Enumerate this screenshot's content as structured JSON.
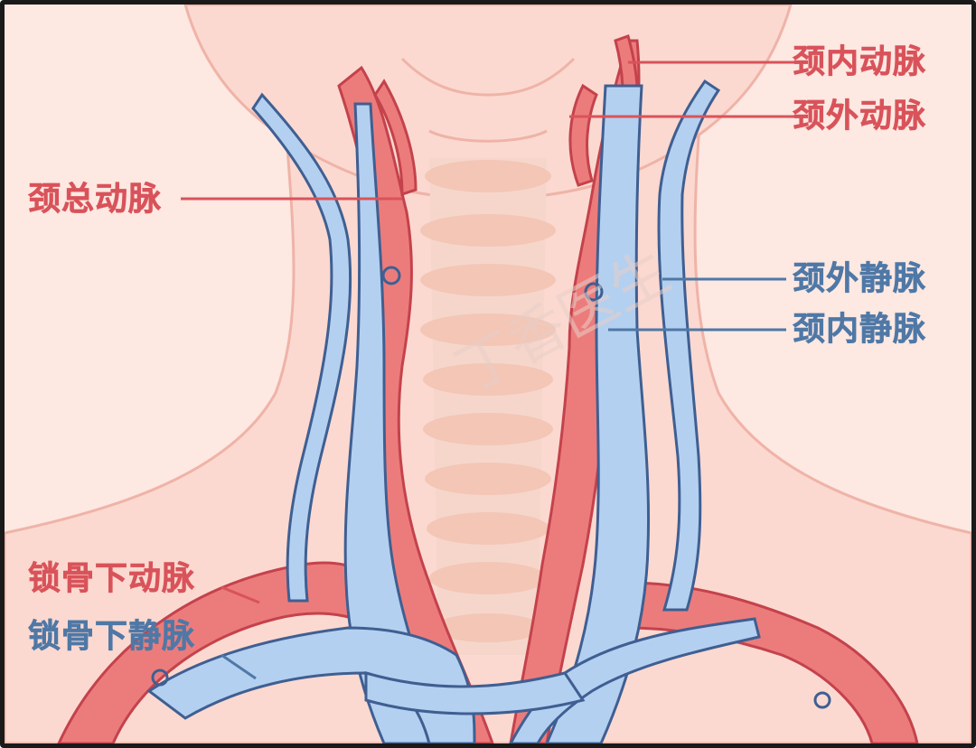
{
  "colors": {
    "background": "#fde8e2",
    "skin": "#fbd9d0",
    "skin_outline": "#efb3a7",
    "trachea": "#f3c6b6",
    "artery_fill": "#ec7c7b",
    "artery_outline": "#c4424c",
    "vein_fill": "#b4d0f0",
    "vein_outline": "#3f5f92",
    "artery_label": "#d9535a",
    "vein_label": "#4f78a6"
  },
  "labels": {
    "internal_carotid_artery": "颈内动脉",
    "external_carotid_artery": "颈外动脉",
    "common_carotid_artery": "颈总动脉",
    "external_jugular_vein": "颈外静脉",
    "internal_jugular_vein": "颈内静脉",
    "subclavian_artery": "锁骨下动脉",
    "subclavian_vein": "锁骨下静脉"
  },
  "watermark": "丁香医生"
}
